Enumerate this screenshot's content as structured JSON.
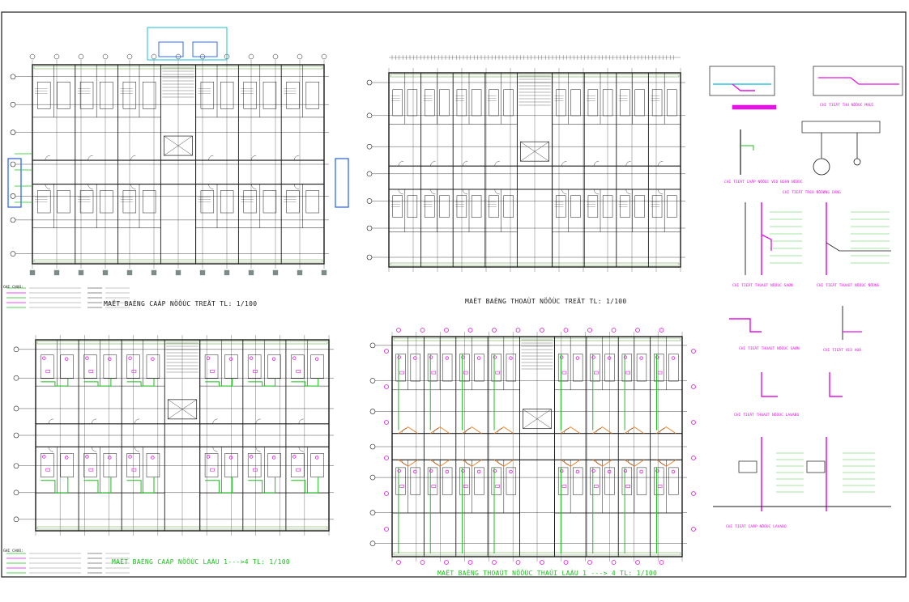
{
  "drawing": {
    "frame_color": "#2b2b2b",
    "plans": [
      {
        "id": "water-supply-ground",
        "title": "MAËT BAÈNG CAÁP NÖÔÙC TREÄT  TL: 1/100",
        "color": "#1a1a1a"
      },
      {
        "id": "drainage-ground",
        "title": "MAËT BAÈNG THOAÙT NÖÔÙC TREÄT  TL: 1/100",
        "color": "#1a1a1a"
      },
      {
        "id": "water-supply-floors",
        "title": "MAËT BAÈNG CAÁP NÖÔÙC LAÀU 1--->4  TL: 1/100",
        "color": "#19c219"
      },
      {
        "id": "drainage-floors",
        "title": "MAËT BAÈNG THOAÙT NÖÔÙC THAÛI LAÀU 1 ---> 4  TL: 1/100",
        "color": "#19c219"
      }
    ],
    "legend_title": "GHI CHUÙ:",
    "details": [
      "CHI TIEÁT THU NÖÔÙC MAÙI",
      "CHI TIEÁT CAÁP NÖÔÙC VEÙ BOÀN NÖÔÙC",
      "CHI TIEÁT TREO ÑÖÔØNG OÁNG",
      "CHI TIEÁT THOAÙT NÖÔÙC SAØN",
      "CHI TIEÁT THOAÙT NÖÔÙC ÑÖÙNG",
      "CHI TIEÁT THOAÙT NÖÔÙC SAØN",
      "CHI TIEÁT VEÙ HOÁ",
      "CHI TIEÁT THOAÙT NÖÔÙC LAVABO",
      "CHI TIEÁT CAÁP NÖÔÙC LAVABO"
    ],
    "colors": {
      "line": "#1a1a1a",
      "supply": "#19c219",
      "fixture": "#e414e4",
      "drain": "#f07a1a",
      "tank": "#1f5bff",
      "pipe_cyan": "#00bcd4",
      "wall_hatch": "#5a9a3a"
    }
  }
}
